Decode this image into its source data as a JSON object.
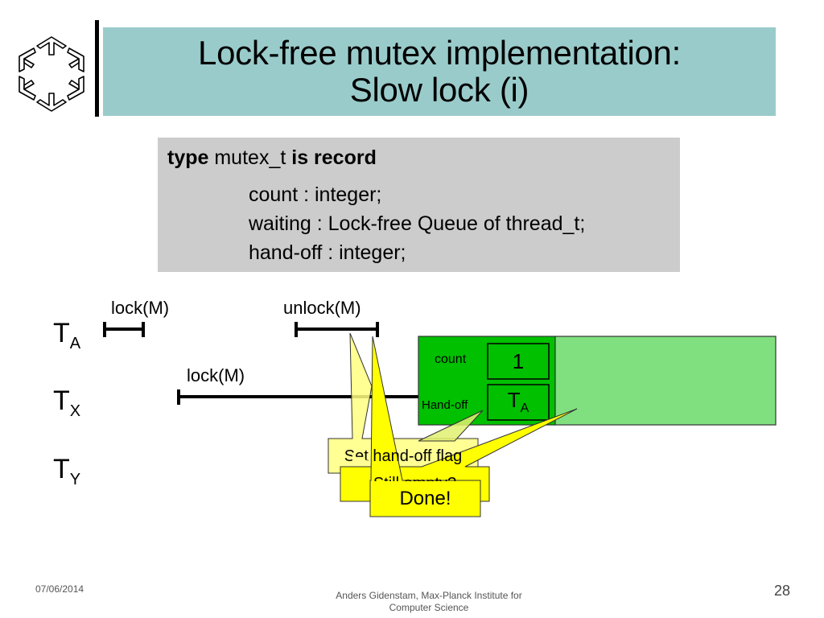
{
  "slide": {
    "logo_icon": "hexagon-arrows-logo-icon",
    "title": {
      "line1": "Lock-free mutex implementation:",
      "line2": "Slow lock (i)"
    },
    "colors": {
      "title_bg": "#9ACBCB",
      "record_bg": "#CCCCCC",
      "mutex_dark_green": "#00C000",
      "mutex_light_green": "#80E080",
      "callout_yellow": "#FFFF00",
      "callout_yellow_faded": "#FFFF80"
    }
  },
  "record": {
    "kw_type": "type",
    "type_name": "mutex_t",
    "kw_is_record": "is record",
    "fields": [
      "count : integer;",
      "waiting : Lock-free Queue of thread_t;",
      "hand-off : integer;"
    ]
  },
  "timeline": {
    "threads": [
      {
        "name": "T",
        "sub": "A"
      },
      {
        "name": "T",
        "sub": "X"
      },
      {
        "name": "T",
        "sub": "Y"
      }
    ],
    "operations": [
      {
        "thread": "TA",
        "label": "lock(M)"
      },
      {
        "thread": "TA",
        "label": "unlock(M)"
      },
      {
        "thread": "TX",
        "label": "lock(M)"
      }
    ]
  },
  "mutex_state": {
    "count_label": "count",
    "count_value": "1",
    "handoff_label": "Hand-off",
    "handoff_value": {
      "name": "T",
      "sub": "A"
    }
  },
  "callouts": [
    {
      "text": "Set hand-off flag",
      "visible_text": "Set hand-off flag"
    },
    {
      "text": "Still empty?"
    },
    {
      "text": "Done!"
    }
  ],
  "footer": {
    "date": "07/06/2014",
    "credit_line1": "Anders Gidenstam, Max-Planck Institute for",
    "credit_line2": "Computer Science",
    "page_number": "28"
  }
}
